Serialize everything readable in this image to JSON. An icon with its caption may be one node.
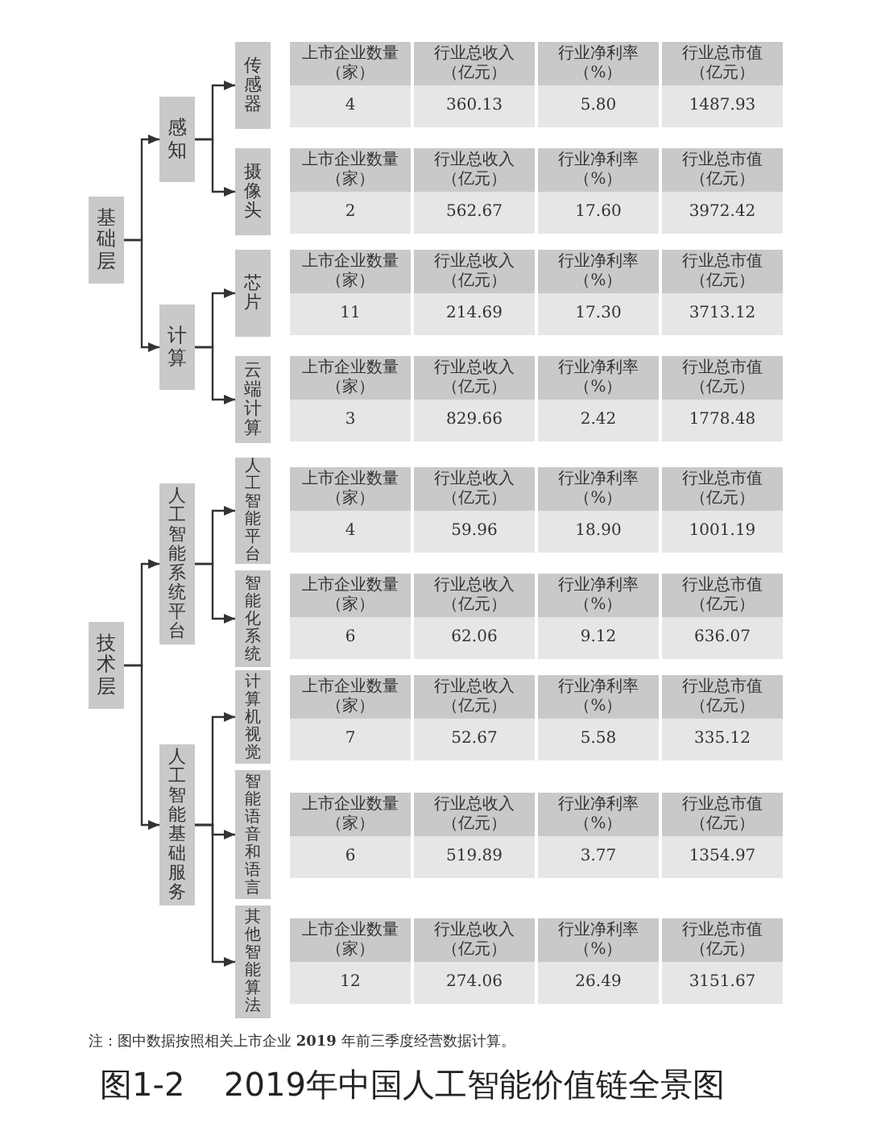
{
  "diagram": {
    "caption": "图1-2 2019年中国人工智能价值链全景图",
    "nodes": [
      {
        "text": [
          "基础层"
        ]
      },
      {
        "text": [
          "感知"
        ]
      },
      {
        "text": [
          "传感器"
        ],
        "beside": [
          "上市企业数量（家）",
          "行业总收入（亿元）",
          "行业净利率（%）",
          "行业总市值（亿元）",
          "4",
          "360.13",
          "5.80",
          "1487.93"
        ]
      },
      {
        "text": [
          "摄像头"
        ],
        "beside": [
          "上市企业数量（家）",
          "行业总收入（亿元）",
          "行业净利率（%）",
          "行业总市值（亿元）",
          "2",
          "562.67",
          "17.60",
          "3972.42"
        ]
      },
      {
        "text": [
          "计算"
        ]
      },
      {
        "text": [
          "芯片"
        ],
        "beside": [
          "上市企业数量（家）",
          "行业总收入（亿元）",
          "行业净利率（%）",
          "行业总市值（亿元）",
          "11",
          "214.69",
          "17.30",
          "3713.12"
        ]
      },
      {
        "text": [
          "云端计算"
        ],
        "beside": [
          "上市企业数量（家）",
          "行业总收入（亿元）",
          "行业净利率（%）",
          "行业总市值（亿元）",
          "3",
          "829.66",
          "2.42",
          "1778.48"
        ]
      },
      {
        "text": [
          "技术层"
        ]
      },
      {
        "text": [
          "人工智能系统平台"
        ]
      },
      {
        "text": [
          "人工智能平台"
        ],
        "beside": [
          "上市企业数量（家）",
          "行业总收入（亿元）",
          "行业净利率（%）",
          "行业总市值（亿元）",
          "4",
          "59.96",
          "18.90",
          "1001.19"
        ]
      },
      {
        "text": [
          "智能化系统"
        ],
        "beside": [
          "上市企业数量（家）",
          "行业总收入（亿元）",
          "行业净利率（%）",
          "行业总市值（亿元）",
          "6",
          "62.06",
          "9.12",
          "636.07"
        ]
      },
      {
        "text": [
          "人工智能基础服务"
        ]
      },
      {
        "text": [
          "计算机视觉"
        ],
        "beside": [
          "上市企业数量（家）",
          "行业总收入（亿元）",
          "行业净利率（%）",
          "行业总市值（亿元）",
          "7",
          "52.67",
          "5.58",
          "335.12"
        ]
      },
      {
        "text": [
          "智能语音和语言"
        ],
        "beside": [
          "上市企业数量（家）",
          "行业总收入（亿元）",
          "行业净利率（%）",
          "行业总市值（亿元）",
          "6",
          "519.89",
          "3.77",
          "1354.97"
        ]
      },
      {
        "text": [
          "其他智能算法"
        ],
        "beside": [
          "上市企业数量（家）",
          "行业总收入（亿元）",
          "行业净利率（%）",
          "行业总市值（亿元）",
          "12",
          "274.06",
          "26.49",
          "3151.67"
        ]
      }
    ],
    "edges": [
      {
        "from": 0,
        "to": 1,
        "arrow": "to"
      },
      {
        "from": 0,
        "to": 4,
        "arrow": "to"
      },
      {
        "from": 1,
        "to": 2,
        "arrow": "to"
      },
      {
        "from": 1,
        "to": 3,
        "arrow": "to"
      },
      {
        "from": 4,
        "to": 5,
        "arrow": "to"
      },
      {
        "from": 4,
        "to": 6,
        "arrow": "to"
      },
      {
        "from": 7,
        "to": 8,
        "arrow": "to"
      },
      {
        "from": 7,
        "to": 11,
        "arrow": "to"
      },
      {
        "from": 8,
        "to": 9,
        "arrow": "to"
      },
      {
        "from": 8,
        "to": 10,
        "arrow": "to"
      },
      {
        "from": 11,
        "to": 12,
        "arrow": "to"
      },
      {
        "from": 11,
        "to": 13,
        "arrow": "to"
      },
      {
        "from": 11,
        "to": 14,
        "arrow": "to"
      }
    ],
    "labels": [
      "注：图中数据按照相关上市企业 **2019** 年前三季度经营数据计算。"
    ]
  }
}
